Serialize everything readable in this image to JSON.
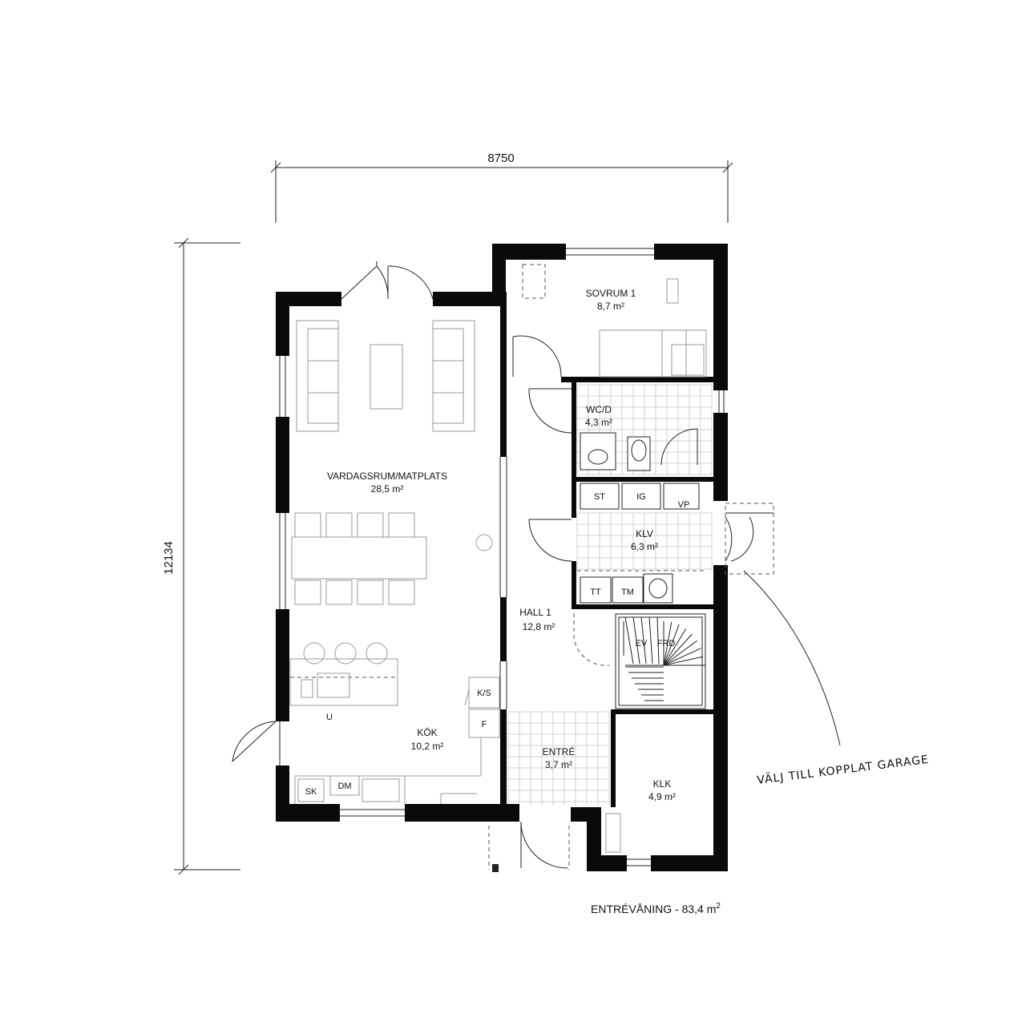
{
  "dimensions": {
    "width": "8750",
    "height": "12134"
  },
  "rooms": {
    "sovrum": {
      "name": "SOVRUM 1",
      "area": "8,7 m²"
    },
    "wc": {
      "name": "WC/D",
      "area": "4,3 m²"
    },
    "vardagsrum": {
      "name": "VARDAGSRUM/MATPLATS",
      "area": "28,5 m²"
    },
    "klv": {
      "name": "KLV",
      "area": "6,3 m²"
    },
    "hall": {
      "name": "HALL 1",
      "area": "12,8 m²"
    },
    "kok": {
      "name": "KÖK",
      "area": "10,2 m²"
    },
    "entre": {
      "name": "ENTRÉ",
      "area": "3,7 m²"
    },
    "klk": {
      "name": "KLK",
      "area": "4,9 m²"
    }
  },
  "fixtures": {
    "st": "ST",
    "ig": "IG",
    "vp": "VP",
    "tt": "TT",
    "tm": "TM",
    "ev": "EV",
    "frd": "FRD",
    "ks": "K/S",
    "f": "F",
    "u": "U",
    "sk": "SK",
    "dm": "DM"
  },
  "annotation": "VÄLJ TILL KOPPLAT GARAGE",
  "caption": {
    "text": "ENTRÉVÅNING - 83,4 m",
    "superscript": "2"
  }
}
